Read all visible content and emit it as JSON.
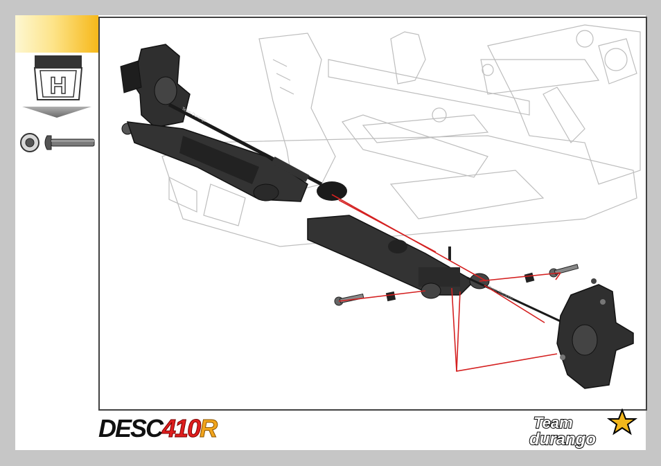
{
  "step": {
    "tool_letter": "H",
    "parts": [
      "button-head-screw-washer",
      "button-head-screw"
    ]
  },
  "colors": {
    "background": "#c6c6c6",
    "tab_gradient_end": "#f6b81a",
    "guide_line_red": "#d42020",
    "frame": "#404040"
  },
  "callouts": {
    "driveshaft_label_upper": "Team Durango",
    "driveshaft_label_lower": "Team Durango"
  },
  "footer": {
    "product_logo_desc": "DESC",
    "product_logo_number": "410",
    "product_logo_suffix": "R",
    "brand_logo_line1": "Team",
    "brand_logo_line2": "durango"
  }
}
